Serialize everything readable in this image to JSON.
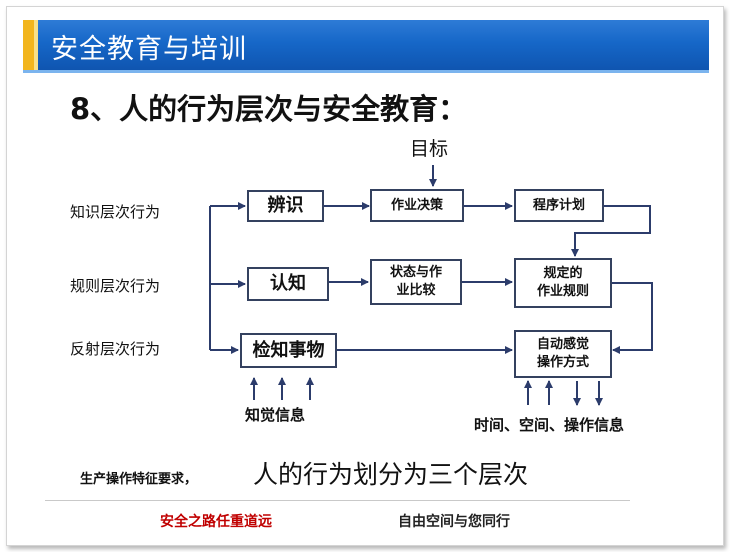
{
  "slide_title": "安全教育与培训",
  "heading": "8、人的行为层次与安全教育：",
  "diagram": {
    "goal": "目标",
    "levels": {
      "knowledge": "知识层次行为",
      "rule": "规则层次行为",
      "reflex": "反射层次行为"
    },
    "boxes": {
      "identify": "辨识",
      "decision": "作业决策",
      "program": "程序计划",
      "cognition": "认知",
      "state_compare": "状态与作\n业比较",
      "rules": "规定的\n作业规则",
      "detect": "检知事物",
      "auto": "自动感觉\n操作方式"
    },
    "perception_info": "知觉信息",
    "io_info": "时间、空间、操作信息"
  },
  "summary": {
    "left": "生产操作特征要求，",
    "right": "人的行为划分为三个层次"
  },
  "footer": {
    "left": "安全之路任重道远",
    "right": "自由空间与您同行"
  },
  "colors": {
    "title_bar": "#1667c8",
    "accent": "#f2b51c",
    "box_border": "#34415f",
    "arrow": "#2c3c6b",
    "footer_red": "#c00000"
  }
}
